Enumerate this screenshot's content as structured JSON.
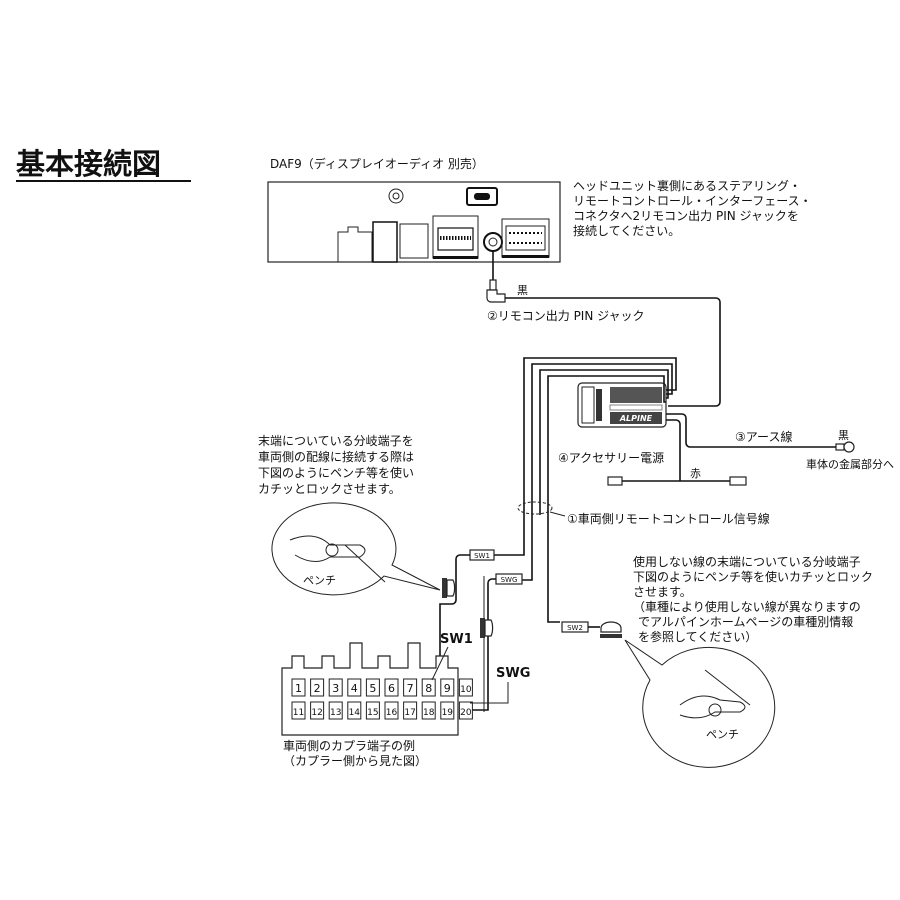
{
  "title": "基本接続図",
  "head_unit": {
    "label": "DAF9（ディスプレイオーディオ 別売）",
    "instruction": [
      "ヘッドユニット裏側にあるステアリング・",
      "リモートコントロール・インターフェース・",
      "コネクタへ2リモコン出力 PIN ジャックを",
      "接続してください。"
    ]
  },
  "pin_jack": {
    "color_label": "黒",
    "label": "②リモコン出力 PIN ジャック"
  },
  "module": {
    "brand": "ALPINE"
  },
  "ground": {
    "label": "③アース線",
    "color_label": "黒",
    "destination": "車体の金属部分へ"
  },
  "acc": {
    "label": "④アクセサリー電源",
    "color_label": "赤"
  },
  "vehicle_signal": {
    "label": "①車両側リモートコントロール信号線"
  },
  "left_note": [
    "末端についている分岐端子を",
    "車両側の配線に接続する際は",
    "下図のようにペンチ等を使い",
    "カチッとロックさせます。"
  ],
  "pliers_label": "ペンチ",
  "wire_tags": {
    "sw1": "SW1",
    "swg": "SWG",
    "sw2": "SW2"
  },
  "right_note": [
    "使用しない線の末端についている分岐端子",
    "下図のようにペンチ等を使いカチッとロック",
    "させます。",
    "（車種により使用しない線が異なりますの",
    "でアルパインホームページの車種別情報",
    "を参照してください）"
  ],
  "coupler": {
    "pins_top": [
      "1",
      "2",
      "3",
      "4",
      "5",
      "6",
      "7",
      "8",
      "9",
      "10"
    ],
    "pins_bottom": [
      "11",
      "12",
      "13",
      "14",
      "15",
      "16",
      "17",
      "18",
      "19",
      "20"
    ],
    "sw1_label": "SW1",
    "swg_label": "SWG",
    "caption": [
      "車両側のカプラ端子の例",
      "（カプラー側から見た図）"
    ]
  }
}
